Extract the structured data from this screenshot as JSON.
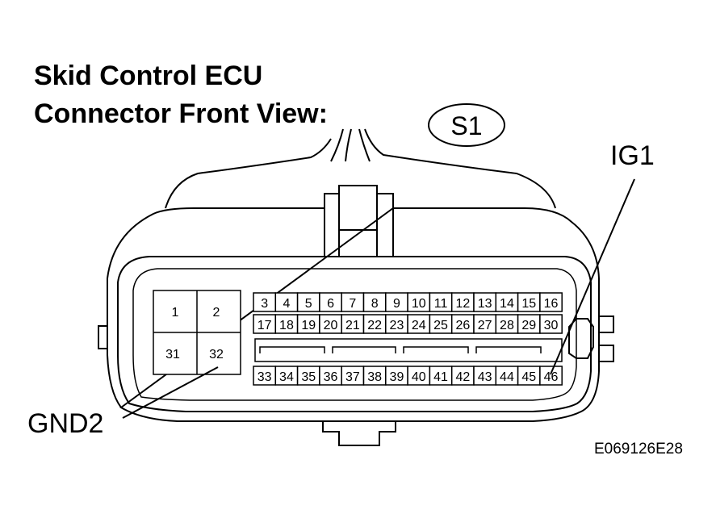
{
  "title_line1": "Skid Control ECU",
  "title_line2": "Connector Front View:",
  "connector_code": "S1",
  "callouts": {
    "ig1": "IG1",
    "gnd2": "GND2"
  },
  "figure_id": "E069126E28",
  "big_pins": [
    "1",
    "2",
    "31",
    "32"
  ],
  "small_pins_row1": [
    "3",
    "4",
    "5",
    "6",
    "7",
    "8",
    "9",
    "10",
    "11",
    "12",
    "13",
    "14",
    "15",
    "16"
  ],
  "small_pins_row2": [
    "17",
    "18",
    "19",
    "20",
    "21",
    "22",
    "23",
    "24",
    "25",
    "26",
    "27",
    "28",
    "29",
    "30"
  ],
  "small_pins_row3": [
    "33",
    "34",
    "35",
    "36",
    "37",
    "38",
    "39",
    "40",
    "41",
    "42",
    "43",
    "44",
    "45",
    "46"
  ]
}
